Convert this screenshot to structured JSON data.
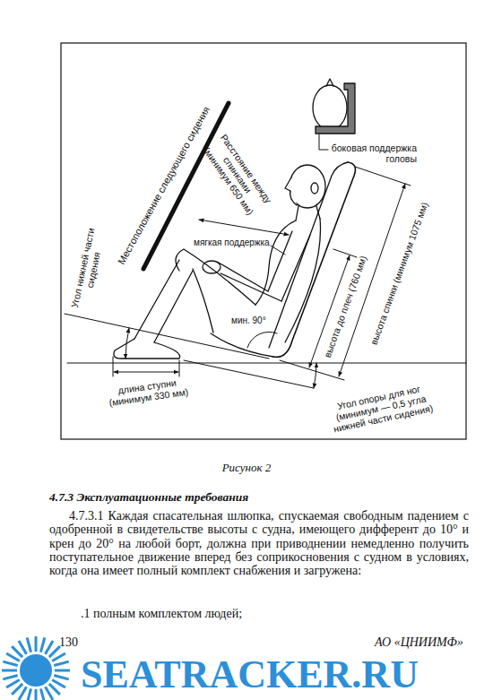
{
  "diagram": {
    "caption": "Рисунок 2",
    "labels": [
      "Местоположение следующего сидения",
      "Расстояние между спинками (минимум 650 мм)",
      "боковая поддержка головы",
      "мягкая поддержка",
      "Угол нижней части сидения",
      "мин. 90°",
      "высота до плеч (760 мм)",
      "высота спинки (минимум 1075 мм)",
      "длина ступни (минимум 330 мм)",
      "Угол опоры для ног (минимум — 0,5 угла нижней части сидения)",
      "4.7.3 Эксплуатационные требования",
      "4.7.3.1 Каждая спасательная шлюпка, спускаемая свободным падением с одобренной в свидетельстве высоты с судна, имеющего дифферент до 10° и крен до 20° на любой борт, должна при приводнении немедленно получить поступательное движение вперед без соприкосновения с судном в условиях, когда она имеет полный комплект снабжения и загружена:",
      ".1 полным комплектом людей;",
      "130",
      "АО «ЦНИИМФ»",
      "SEATRACKER.RU"
    ]
  }
}
